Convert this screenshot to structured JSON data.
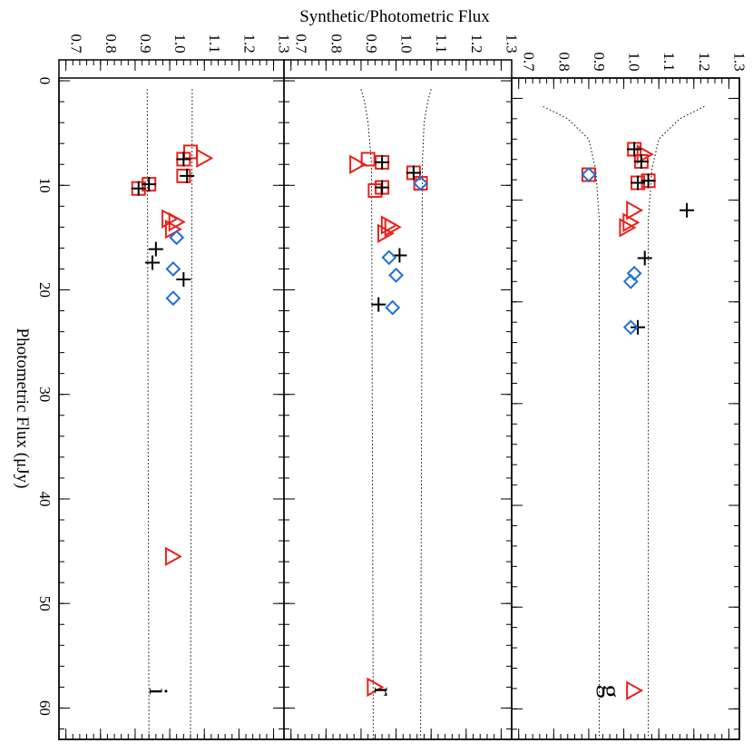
{
  "chart_data": {
    "type": "scatter",
    "orientation": "rotated-90-clockwise",
    "ylabel": "Synthetic/Photometric Flux",
    "xlabel": "Photometric Flux (μJy)",
    "xlim": [
      -2,
      63
    ],
    "ylim": [
      0.68,
      1.33
    ],
    "x_ticks": [
      "0",
      "10",
      "20",
      "30",
      "40",
      "50",
      "60"
    ],
    "y_ticks": [
      "0.7",
      "0.8",
      "0.9",
      "1.0",
      "1.1",
      "1.2",
      "1.3"
    ],
    "grid": false,
    "marker_styles": {
      "square": {
        "color": "#e8211b"
      },
      "triangle": {
        "color": "#e8211b"
      },
      "plus": {
        "color": "#000000"
      },
      "diamond": {
        "color": "#1f6fd8"
      }
    },
    "panels": [
      {
        "label": "g",
        "envelope": {
          "center": 1.0,
          "upper": [
            [
              0.8,
              1.23
            ],
            [
              2,
              1.16
            ],
            [
              4,
              1.1
            ],
            [
              7,
              1.08
            ],
            [
              12,
              1.07
            ],
            [
              63,
              1.07
            ]
          ],
          "lower": [
            [
              0.8,
              0.77
            ],
            [
              2,
              0.84
            ],
            [
              4,
              0.9
            ],
            [
              7,
              0.92
            ],
            [
              12,
              0.93
            ],
            [
              63,
              0.93
            ]
          ]
        },
        "series": [
          {
            "marker": "square",
            "points": [
              [
                5.0,
                1.03
              ],
              [
                6.2,
                1.05
              ],
              [
                7.5,
                0.9
              ],
              [
                8.1,
                1.07
              ],
              [
                8.3,
                1.04
              ]
            ]
          },
          {
            "marker": "triangle",
            "points": [
              [
                5.5,
                1.06
              ],
              [
                11.0,
                1.03
              ],
              [
                12.2,
                1.02
              ],
              [
                12.7,
                1.01
              ],
              [
                58.2,
                1.03
              ]
            ]
          },
          {
            "marker": "plus",
            "points": [
              [
                5.0,
                1.03
              ],
              [
                6.2,
                1.05
              ],
              [
                8.1,
                1.07
              ],
              [
                8.3,
                1.04
              ],
              [
                11.0,
                1.18
              ],
              [
                15.7,
                1.06
              ],
              [
                22.5,
                1.04
              ]
            ]
          },
          {
            "marker": "diamond",
            "points": [
              [
                7.5,
                0.9
              ],
              [
                17.2,
                1.03
              ],
              [
                18.0,
                1.02
              ],
              [
                22.5,
                1.02
              ]
            ]
          }
        ]
      },
      {
        "label": "r",
        "envelope": {
          "center": 1.0,
          "upper": [
            [
              0.8,
              1.1
            ],
            [
              2,
              1.09
            ],
            [
              4,
              1.08
            ],
            [
              8,
              1.075
            ],
            [
              63,
              1.07
            ]
          ],
          "lower": [
            [
              0.8,
              0.9
            ],
            [
              2,
              0.91
            ],
            [
              4,
              0.92
            ],
            [
              8,
              0.93
            ],
            [
              63,
              0.935
            ]
          ]
        },
        "series": [
          {
            "marker": "square",
            "points": [
              [
                7.5,
                0.92
              ],
              [
                7.8,
                0.96
              ],
              [
                8.8,
                1.05
              ],
              [
                9.8,
                1.07
              ],
              [
                10.2,
                0.96
              ],
              [
                10.5,
                0.94
              ]
            ]
          },
          {
            "marker": "triangle",
            "points": [
              [
                8.0,
                0.89
              ],
              [
                13.8,
                0.98
              ],
              [
                14.0,
                0.99
              ],
              [
                14.6,
                0.97
              ],
              [
                58.0,
                0.94
              ]
            ]
          },
          {
            "marker": "plus",
            "points": [
              [
                7.8,
                0.96
              ],
              [
                8.8,
                1.05
              ],
              [
                10.2,
                0.96
              ],
              [
                16.7,
                1.01
              ],
              [
                21.4,
                0.95
              ]
            ]
          },
          {
            "marker": "diamond",
            "points": [
              [
                9.8,
                1.07
              ],
              [
                16.9,
                0.98
              ],
              [
                18.6,
                1.0
              ],
              [
                21.7,
                0.99
              ]
            ]
          }
        ]
      },
      {
        "label": "i",
        "envelope": {
          "center": 1.0,
          "upper": [
            [
              0.8,
              1.065
            ],
            [
              63,
              1.06
            ]
          ],
          "lower": [
            [
              0.8,
              0.935
            ],
            [
              63,
              0.94
            ]
          ]
        },
        "series": [
          {
            "marker": "square",
            "points": [
              [
                6.8,
                1.06
              ],
              [
                7.5,
                1.04
              ],
              [
                9.1,
                1.04
              ],
              [
                9.9,
                0.94
              ],
              [
                10.3,
                0.91
              ]
            ]
          },
          {
            "marker": "triangle",
            "points": [
              [
                7.4,
                1.1
              ],
              [
                13.2,
                1.0
              ],
              [
                13.5,
                1.02
              ],
              [
                14.2,
                1.01
              ],
              [
                45.5,
                1.01
              ]
            ]
          },
          {
            "marker": "plus",
            "points": [
              [
                7.5,
                1.04
              ],
              [
                9.1,
                1.05
              ],
              [
                9.9,
                0.94
              ],
              [
                10.3,
                0.91
              ],
              [
                16.1,
                0.96
              ],
              [
                17.4,
                0.95
              ],
              [
                19.0,
                1.04
              ]
            ]
          },
          {
            "marker": "diamond",
            "points": [
              [
                15.0,
                1.02
              ],
              [
                18.0,
                1.01
              ],
              [
                20.8,
                1.01
              ]
            ]
          }
        ]
      }
    ]
  }
}
